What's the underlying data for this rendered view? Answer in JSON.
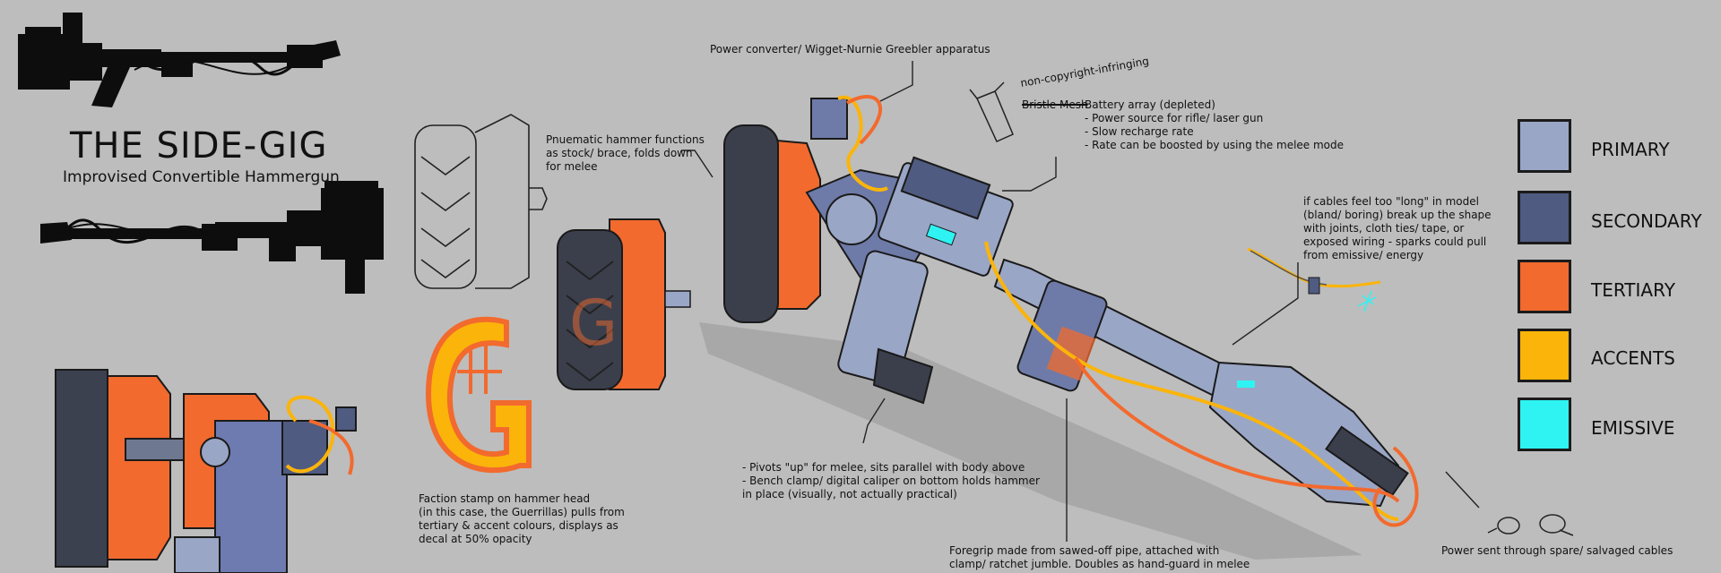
{
  "header": {
    "title": "THE SIDE-GIG",
    "subtitle": "Improvised Convertible Hammergun"
  },
  "annotations": {
    "power_converter": "Power converter/ Wigget-Nurnie Greebler apparatus",
    "battery_handwritten": "non-copyright-infringing",
    "battery_struck": "Bristle Mesh",
    "battery_lines": "Battery array (depleted)\n- Power source for rifle/ laser gun\n- Slow recharge rate\n- Rate can be boosted by using the melee mode",
    "pneumatic": "Pnuematic hammer functions\nas stock/ brace, folds down\nfor melee",
    "cables": "if cables feel too \"long\" in model\n(bland/ boring) break up the shape\nwith joints, cloth ties/ tape, or\nexposed wiring - sparks could pull\nfrom emissive/ energy",
    "pivots": "- Pivots \"up\" for melee, sits parallel with body above\n- Bench clamp/ digital caliper on bottom holds hammer\n  in place (visually, not actually practical)",
    "faction": "Faction stamp on hammer head\n(in this case, the Guerrillas) pulls from\ntertiary & accent colours, displays as\ndecal at 50% opacity",
    "foregrip": "Foregrip made from sawed-off pipe, attached with\nclamp/ ratchet jumble. Doubles as hand-guard in melee",
    "power_cables": "Power sent through spare/ salvaged cables"
  },
  "palette": [
    {
      "label": "PRIMARY",
      "color": "#9aa6c6"
    },
    {
      "label": "SECONDARY",
      "color": "#4f5b80"
    },
    {
      "label": "TERTIARY",
      "color": "#f26a2e"
    },
    {
      "label": "ACCENTS",
      "color": "#fbb40a"
    },
    {
      "label": "EMISSIVE",
      "color": "#2ff3f3"
    }
  ]
}
